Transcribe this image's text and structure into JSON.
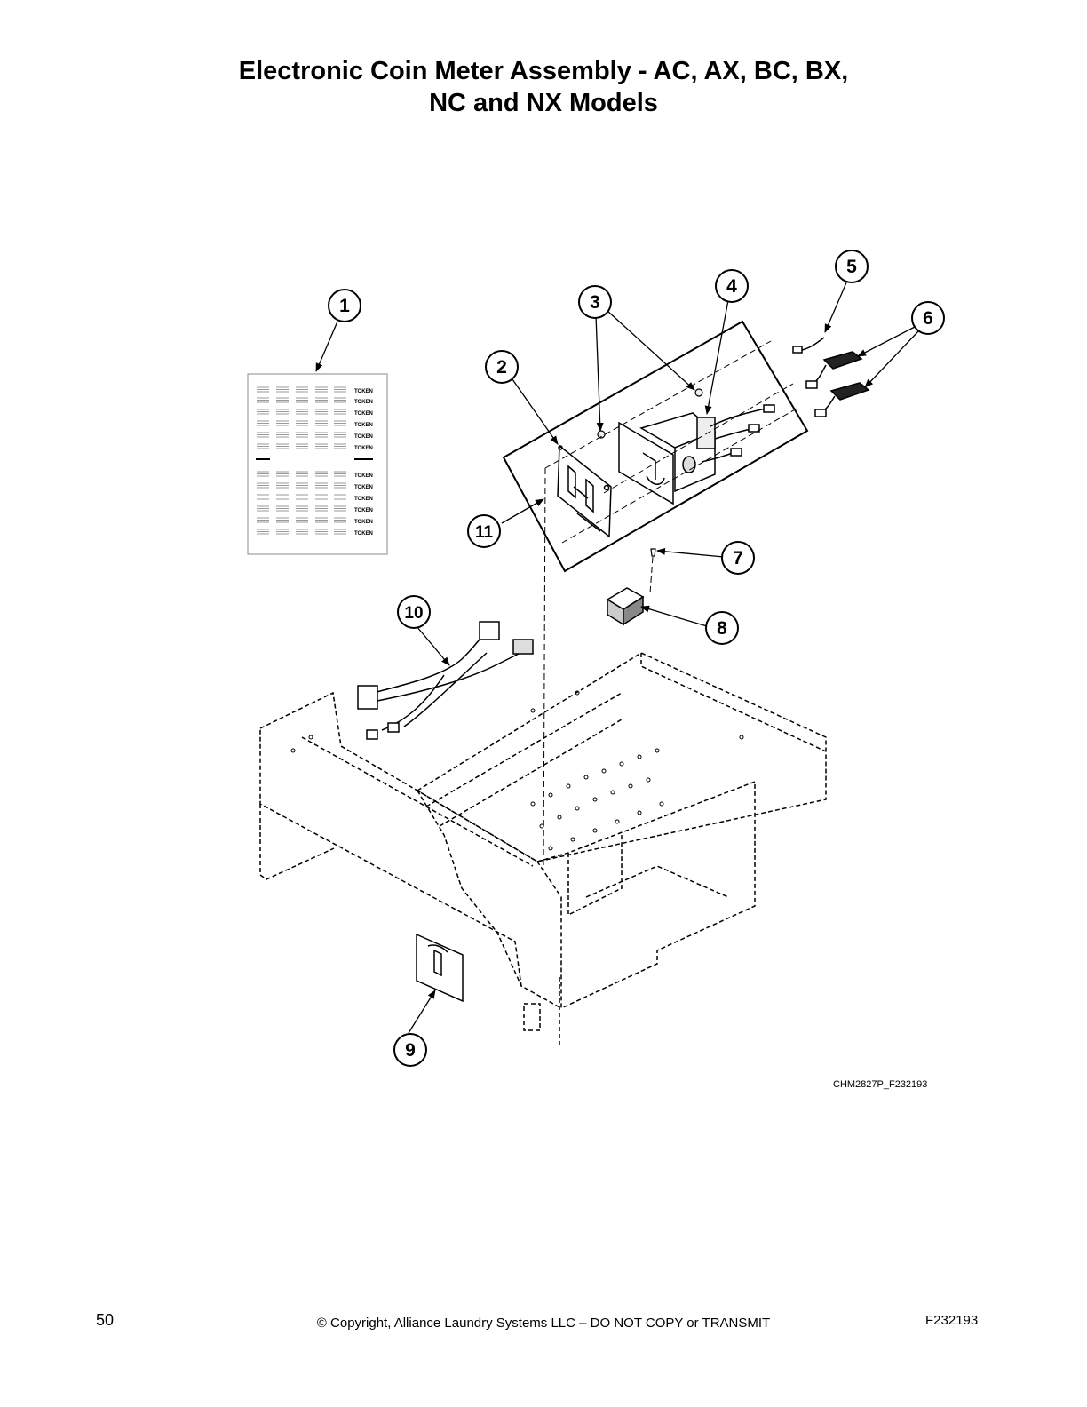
{
  "header": {
    "title_line1": "Electronic Coin Meter Assembly - AC, AX, BC, BX,",
    "title_line2": "NC and NX Models"
  },
  "diagram": {
    "callouts": [
      "1",
      "2",
      "3",
      "4",
      "5",
      "6",
      "7",
      "8",
      "9",
      "10",
      "11"
    ],
    "decal_label": "TOKEN",
    "figure_code": "CHM2827P_F232193"
  },
  "footer": {
    "page_number": "50",
    "copyright": "© Copyright, Alliance Laundry Systems LLC – DO NOT COPY or TRANSMIT",
    "doc_code": "F232193"
  }
}
